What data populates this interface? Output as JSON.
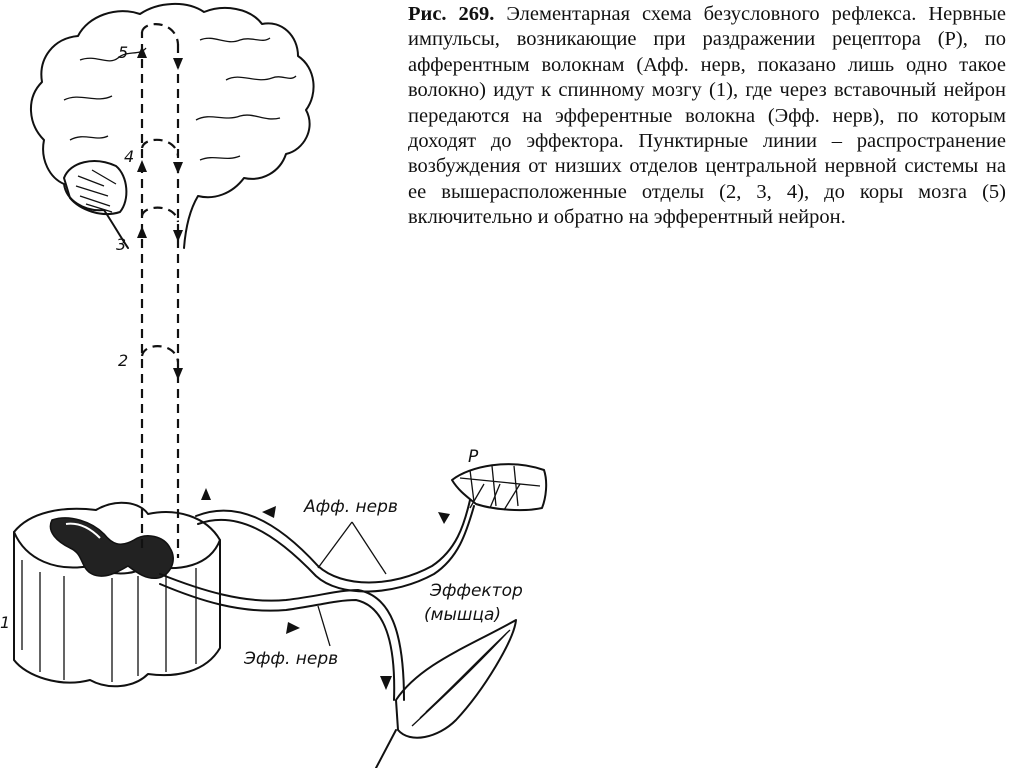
{
  "caption": {
    "lead": "Рис. 269.",
    "text": "Элементарная схема безусловного рефлекса. Нервные импульсы, возникающие при раздражении рецептора (Р), по афферентным волокнам (Афф. нерв, показано лишь одно такое волокно) идут к спинному мозгу (1), где через вставочный нейрон передаются на эфферентные волокна (Эфф. нерв), по которым доходят до эффектора. Пунктирные линии – распространение возбуждения от низших отделов центральной нервной системы на ее вышерасположенные отделы (2, 3, 4), до коры мозга (5) включительно и обратно на эфферентный нейрон."
  },
  "labels": {
    "receptor": "Р",
    "aff_nerve": "Афф. нерв",
    "eff_nerve": "Эфф. нерв",
    "effector_1": "Эффектор",
    "effector_2": "(мышца)",
    "level_1": "1",
    "level_2": "2",
    "level_3": "3",
    "level_4": "4",
    "level_5": "5"
  }
}
